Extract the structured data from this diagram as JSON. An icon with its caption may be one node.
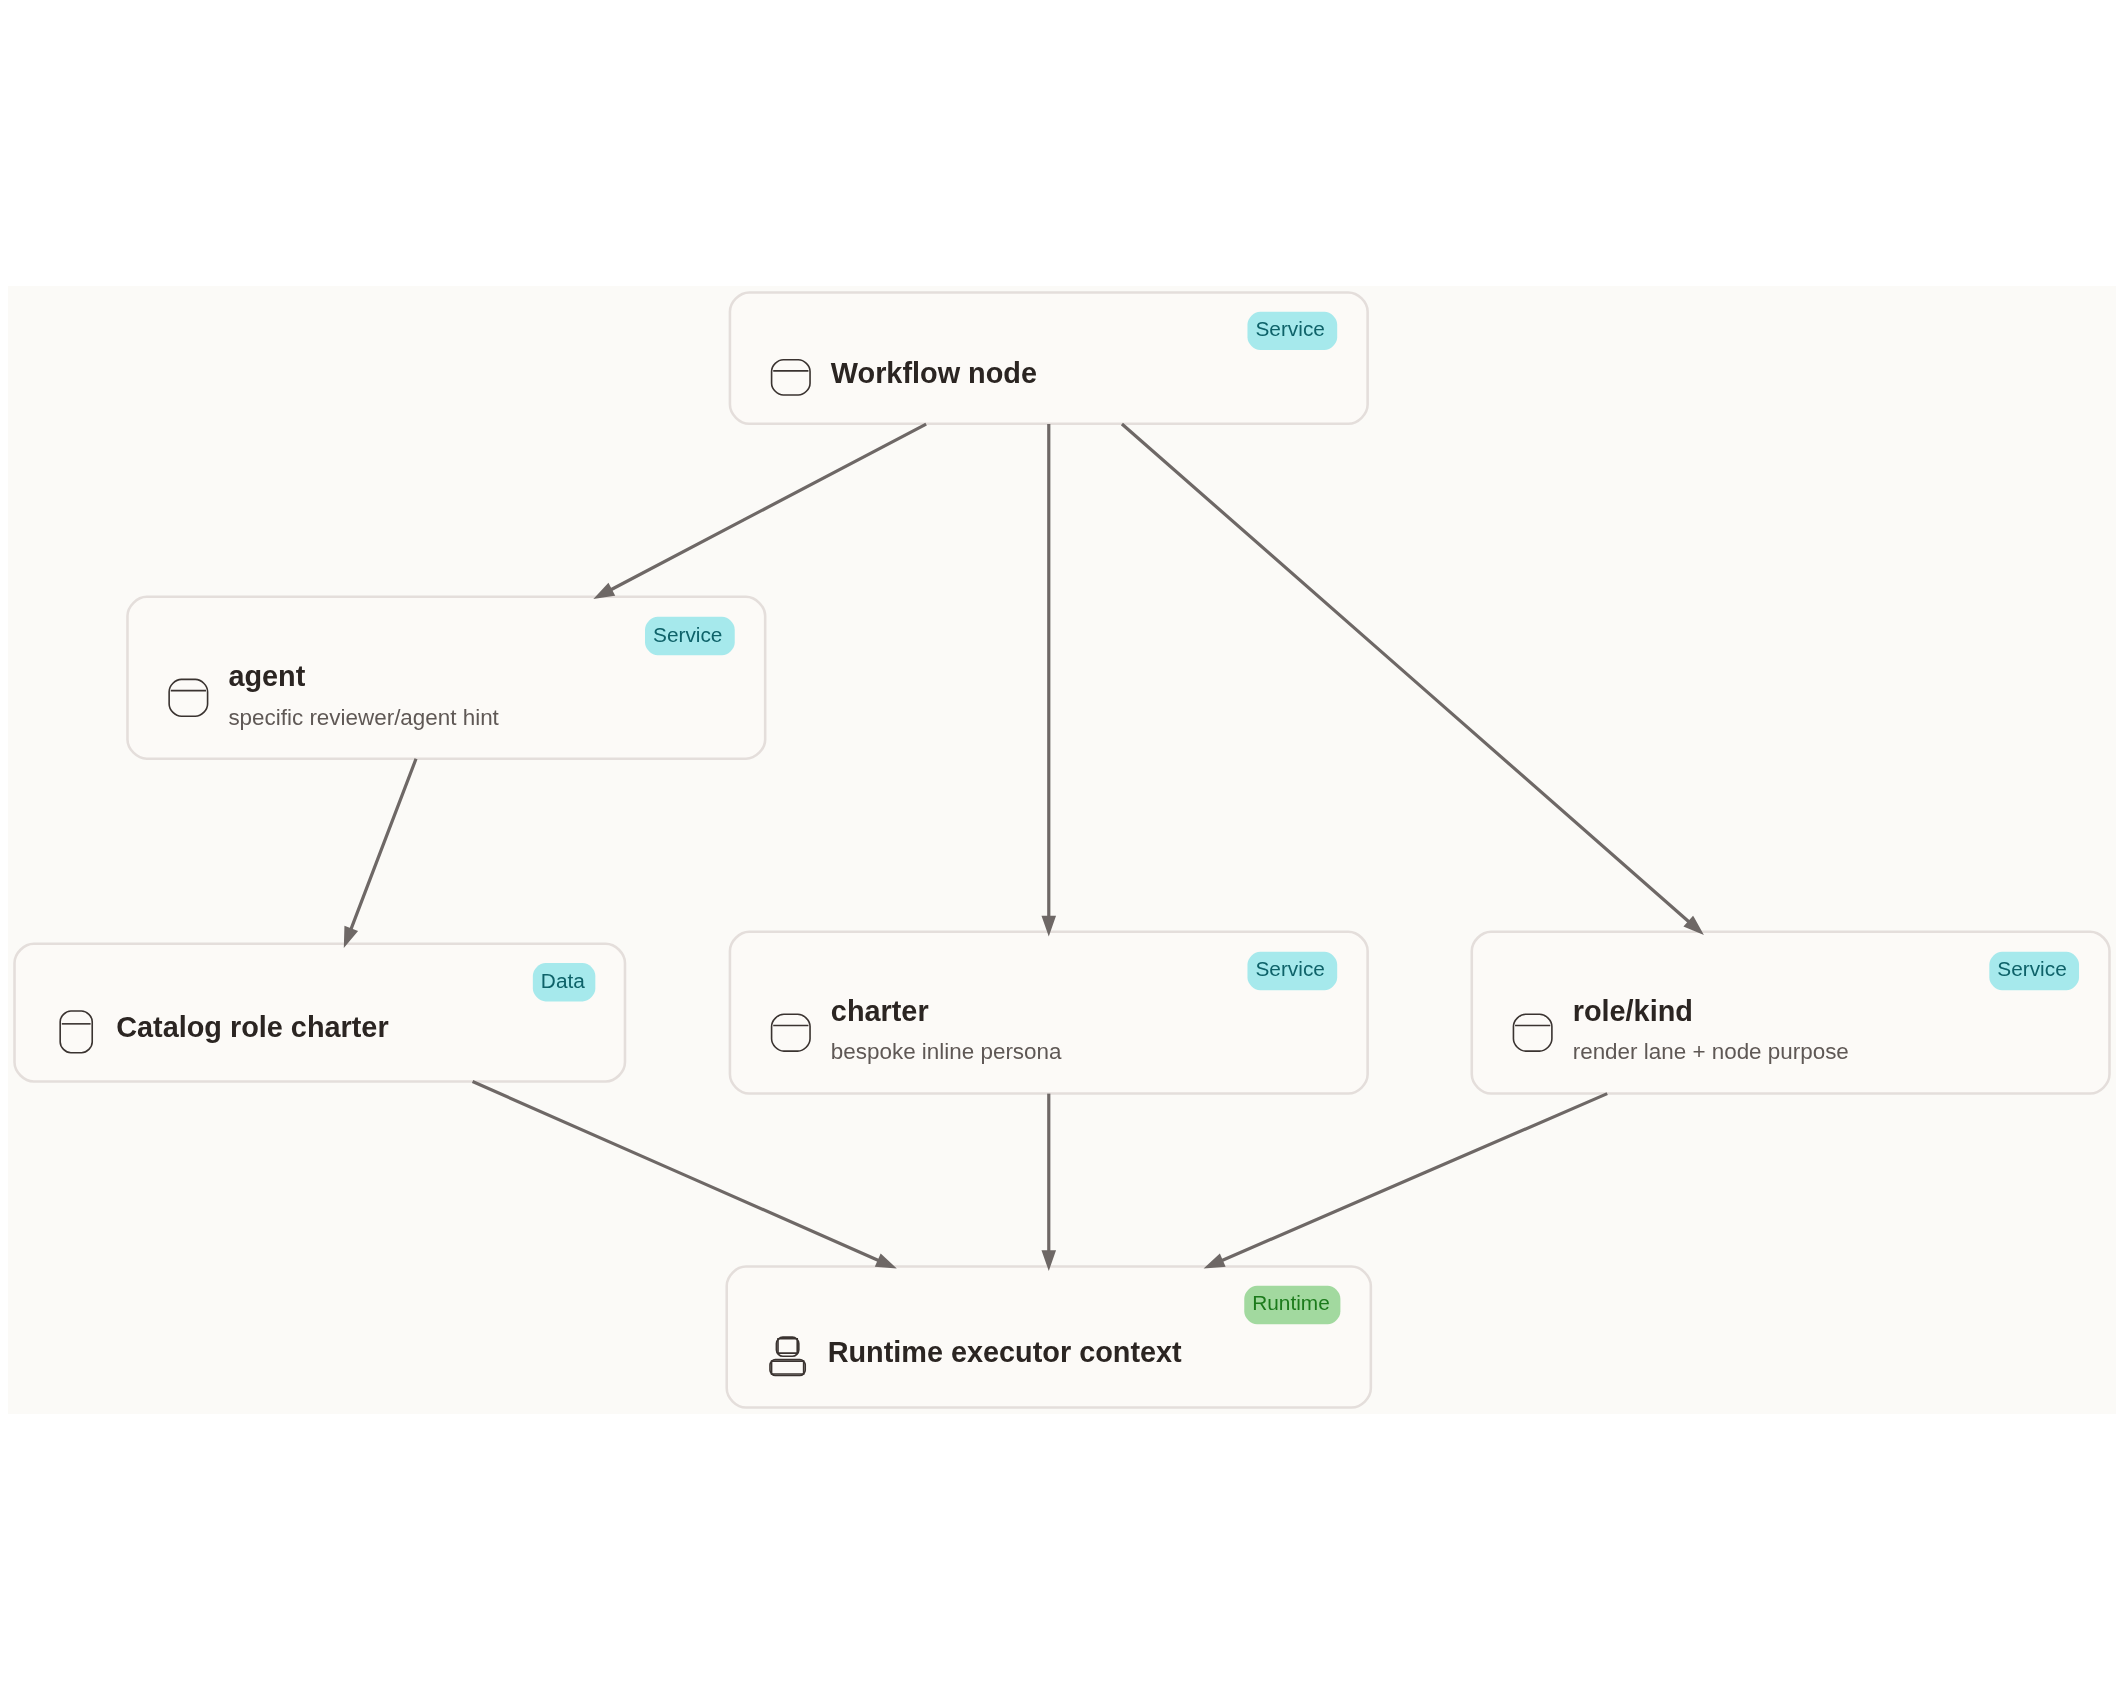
{
  "diagram": {
    "nodes": [
      {
        "text": [
          "Service",
          "Workflow node"
        ]
      },
      {
        "text": [
          "Service",
          "agent",
          "specific reviewer/agent hint"
        ]
      },
      {
        "text": [
          "Data",
          "Catalog role charter"
        ]
      },
      {
        "text": [
          "Service",
          "charter",
          "bespoke inline persona"
        ]
      },
      {
        "text": [
          "Service",
          "role/kind",
          "render lane + node purpose"
        ]
      },
      {
        "text": [
          "Runtime",
          "Runtime executor context"
        ]
      }
    ],
    "edges": [
      {
        "from": 0,
        "to": 1,
        "arrow": "to"
      },
      {
        "from": 0,
        "to": 3,
        "arrow": "to"
      },
      {
        "from": 0,
        "to": 4,
        "arrow": "to"
      },
      {
        "from": 1,
        "to": 2,
        "arrow": "to"
      },
      {
        "from": 2,
        "to": 5,
        "arrow": "to"
      },
      {
        "from": 3,
        "to": 5,
        "arrow": "to"
      },
      {
        "from": 4,
        "to": 5,
        "arrow": "to"
      }
    ]
  }
}
